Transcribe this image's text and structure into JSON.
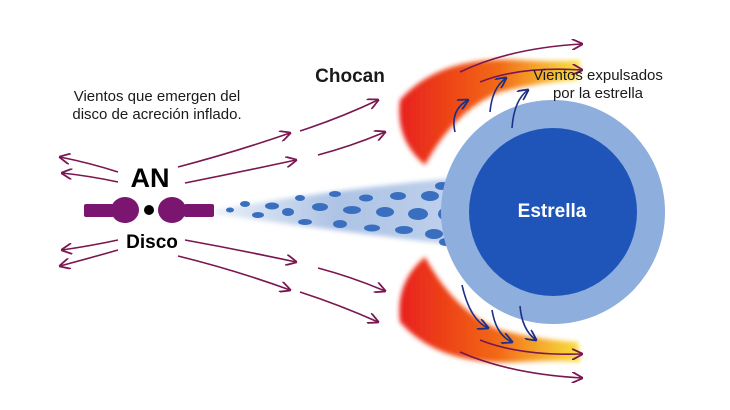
{
  "labels": {
    "winds_disk": "Vientos que emergen del disco de acreción inflado.",
    "collide": "Chocan",
    "winds_star": "Vientos expulsados por la estrella",
    "black_hole": "AN",
    "disk": "Disco",
    "star": "Estrella"
  },
  "colors": {
    "wind_arrow": "#7a1650",
    "star_core": "#1f55b8",
    "star_halo": "#8eaedd",
    "star_wind_arrow": "#1c2f86",
    "disk": "#7a1670",
    "shock_inner": "#e8201a",
    "shock_outer": "#f5d020",
    "stream": "#3a6fc0"
  },
  "icons": {
    "black_hole": "dot-icon",
    "disk": "accretion-disk-icon"
  }
}
